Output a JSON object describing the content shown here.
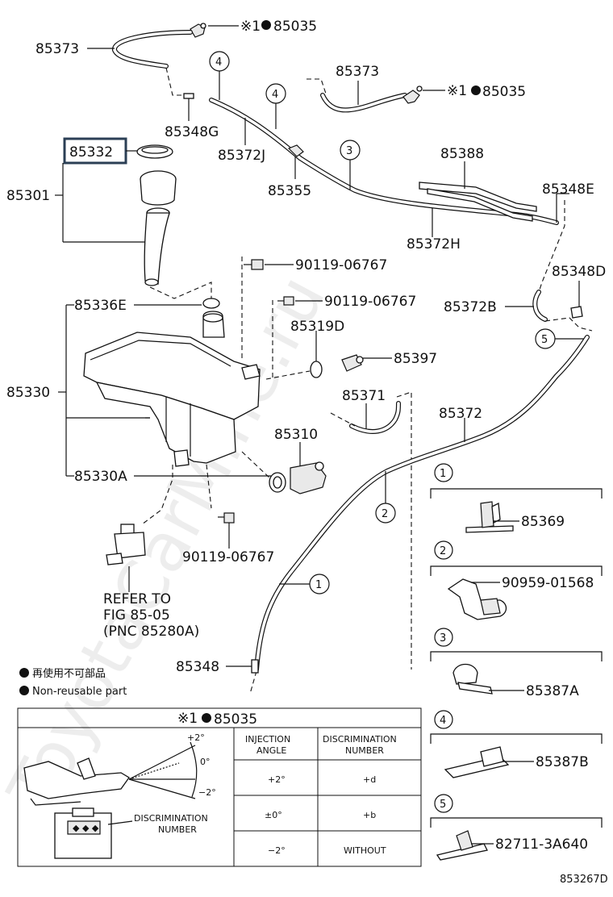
{
  "watermark": "ToyotaCarMine.ru",
  "part_numbers": {
    "p85035_top": "85035",
    "p85035_mid": "85035",
    "p85373_top": "85373",
    "p85373_mid": "85373",
    "p85348G": "85348G",
    "p85372J": "85372J",
    "p85355": "85355",
    "p85388": "85388",
    "p85348E": "85348E",
    "p85372H": "85372H",
    "p85332": "85332",
    "p85301": "85301",
    "p90119_a": "90119-06767",
    "p90119_b": "90119-06767",
    "p90119_c": "90119-06767",
    "p85336E": "85336E",
    "p85319D": "85319D",
    "p85397": "85397",
    "p85348D": "85348D",
    "p85372B": "85372B",
    "p85330": "85330",
    "p85371": "85371",
    "p85372": "85372",
    "p85310": "85310",
    "p85330A": "85330A",
    "p85348": "85348",
    "p85369": "85369",
    "p90959": "90959-01568",
    "p85387A": "85387A",
    "p85387B": "85387B",
    "p82711": "82711-3A640"
  },
  "markers": {
    "ref_prefix": "※1",
    "circled": [
      "1",
      "2",
      "3",
      "4",
      "5"
    ]
  },
  "refer_note": {
    "line1": "REFER TO",
    "line2": "FIG 85-05",
    "line3": "(PNC 85280A)"
  },
  "legend": {
    "jp": "再使用不可部品",
    "en": "Non-reusable part"
  },
  "detail_table": {
    "title_ref": "※1",
    "title_part": "85035",
    "angle_top": "+2°",
    "angle_mid": "0°",
    "angle_bot": "−2°",
    "discrimination_label_1": "DISCRIMINATION",
    "discrimination_label_2": "NUMBER",
    "col1_line1": "INJECTION",
    "col1_line2": "ANGLE",
    "col2_line1": "DISCRIMINATION",
    "col2_line2": "NUMBER",
    "rows": [
      {
        "angle": "+2°",
        "number": "+d"
      },
      {
        "angle": "±0°",
        "number": "+b"
      },
      {
        "angle": "−2°",
        "number": "WITHOUT"
      }
    ]
  },
  "figure_id": "853267D"
}
